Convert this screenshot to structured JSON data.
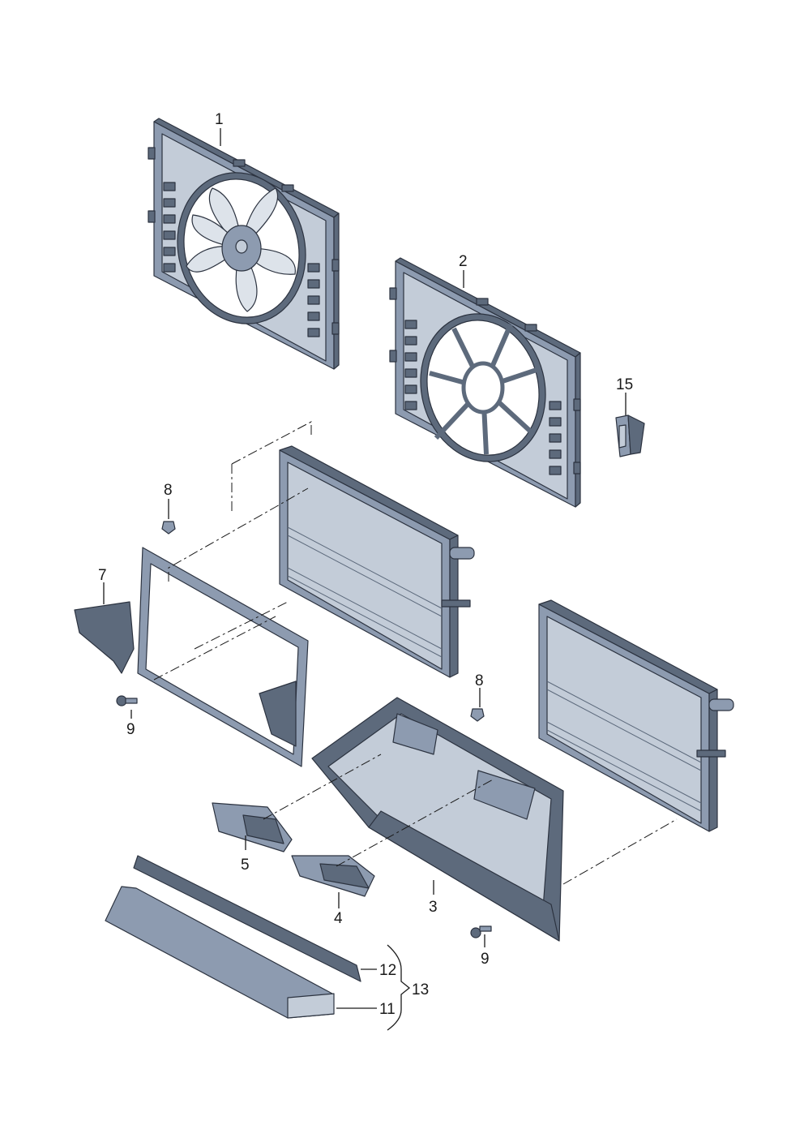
{
  "callouts": [
    {
      "id": "c1",
      "label": "1"
    },
    {
      "id": "c2",
      "label": "2"
    },
    {
      "id": "c3",
      "label": "3"
    },
    {
      "id": "c4",
      "label": "4"
    },
    {
      "id": "c5",
      "label": "5"
    },
    {
      "id": "c7",
      "label": "7"
    },
    {
      "id": "c8a",
      "label": "8"
    },
    {
      "id": "c8b",
      "label": "8"
    },
    {
      "id": "c9a",
      "label": "9"
    },
    {
      "id": "c9b",
      "label": "9"
    },
    {
      "id": "c11",
      "label": "11"
    },
    {
      "id": "c12",
      "label": "12"
    },
    {
      "id": "c13",
      "label": "13"
    },
    {
      "id": "c15",
      "label": "15"
    }
  ],
  "colors": {
    "part_dark": "#5d6a7c",
    "part_mid": "#8d9bb0",
    "part_light": "#c3ccd8",
    "outline": "#2c3340",
    "label_text": "#1a1a1a",
    "background": "#ffffff"
  }
}
